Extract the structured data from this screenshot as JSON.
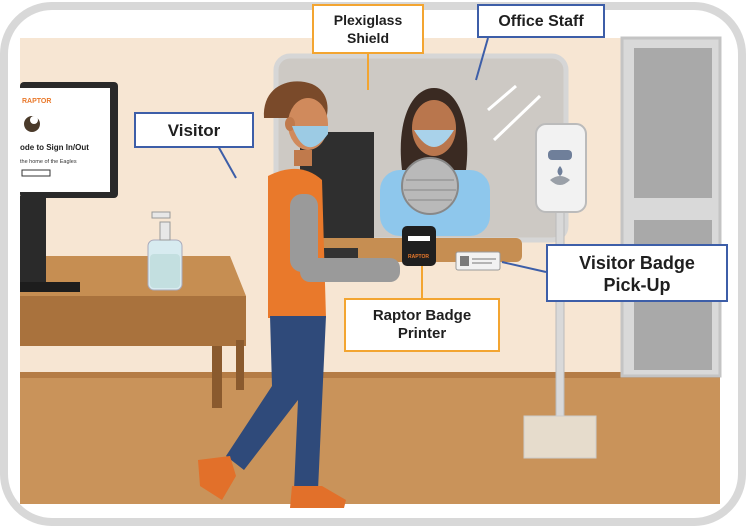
{
  "labels": {
    "plexiglass": [
      "Plexiglass",
      "Shield"
    ],
    "office_staff": "Office Staff",
    "visitor": "Visitor",
    "printer": [
      "Raptor Badge",
      "Printer"
    ],
    "pickup": [
      "Visitor Badge",
      "Pick-Up"
    ]
  },
  "kiosk": {
    "brand": "RAPTOR",
    "line1": "ode to Sign In/Out",
    "line2": "the home of the Eagles"
  },
  "printer_brand": "RAPTOR",
  "colors": {
    "wall": "#f7e6d3",
    "floor": "#c9935a",
    "desk": "#c68e52",
    "visitor_shirt": "#e9792b",
    "label_orange_border": "#f3a531",
    "label_blue_border": "#3d5ea8"
  }
}
